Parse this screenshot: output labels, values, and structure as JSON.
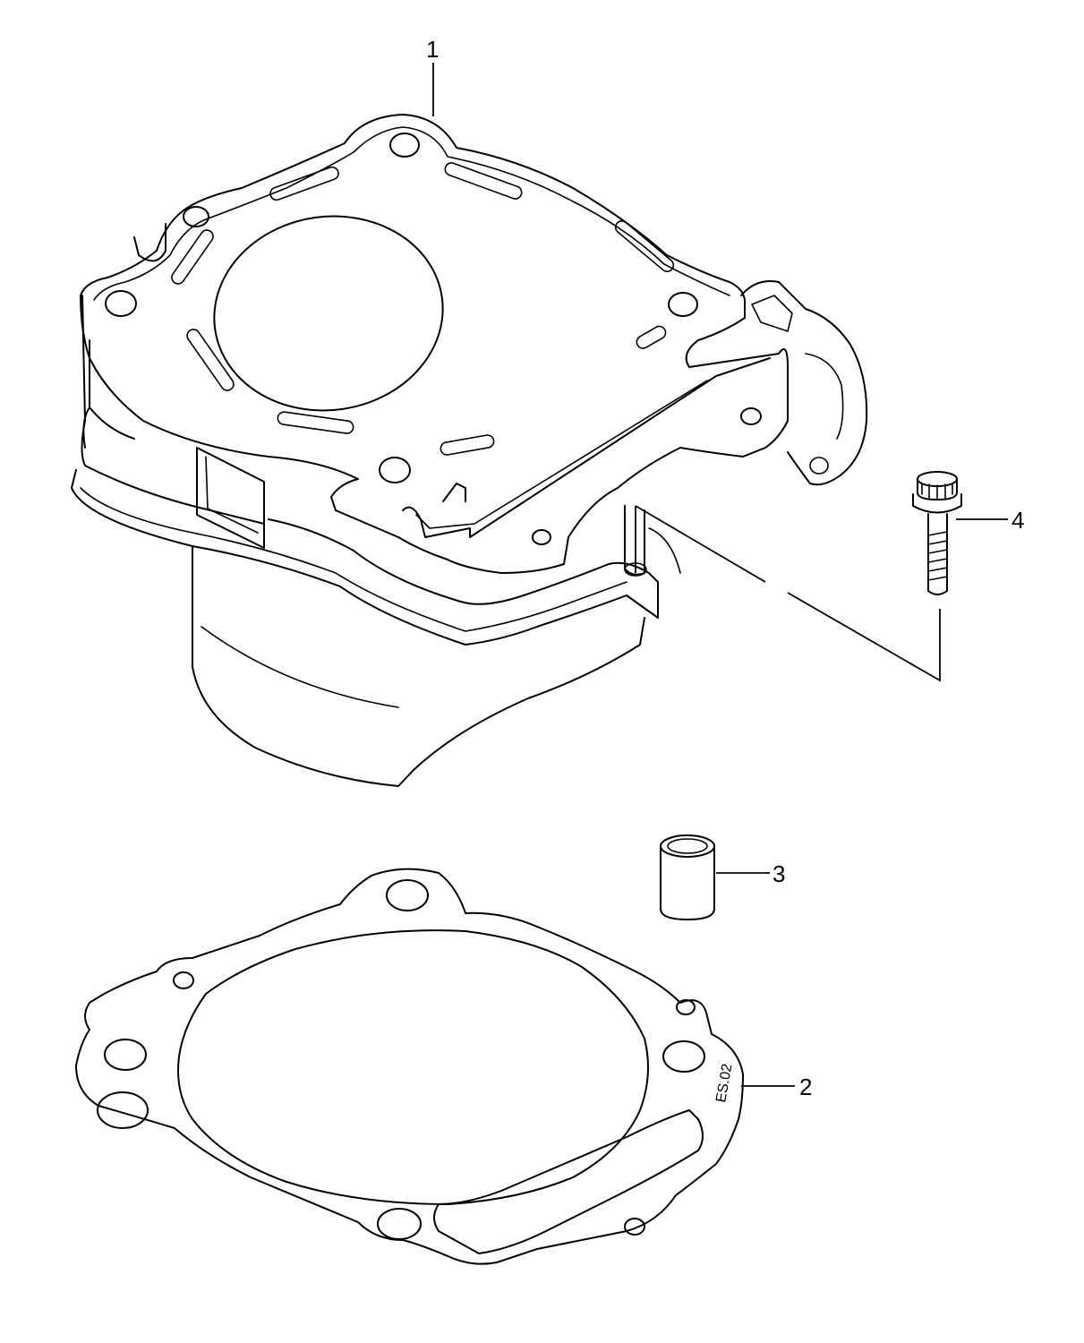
{
  "callouts": {
    "cylinder": "1",
    "gasket": "2",
    "dowel": "3",
    "bolt": "4"
  },
  "gasket_stamp": "ES.02",
  "colors": {
    "line": "#000000",
    "background": "#ffffff"
  }
}
